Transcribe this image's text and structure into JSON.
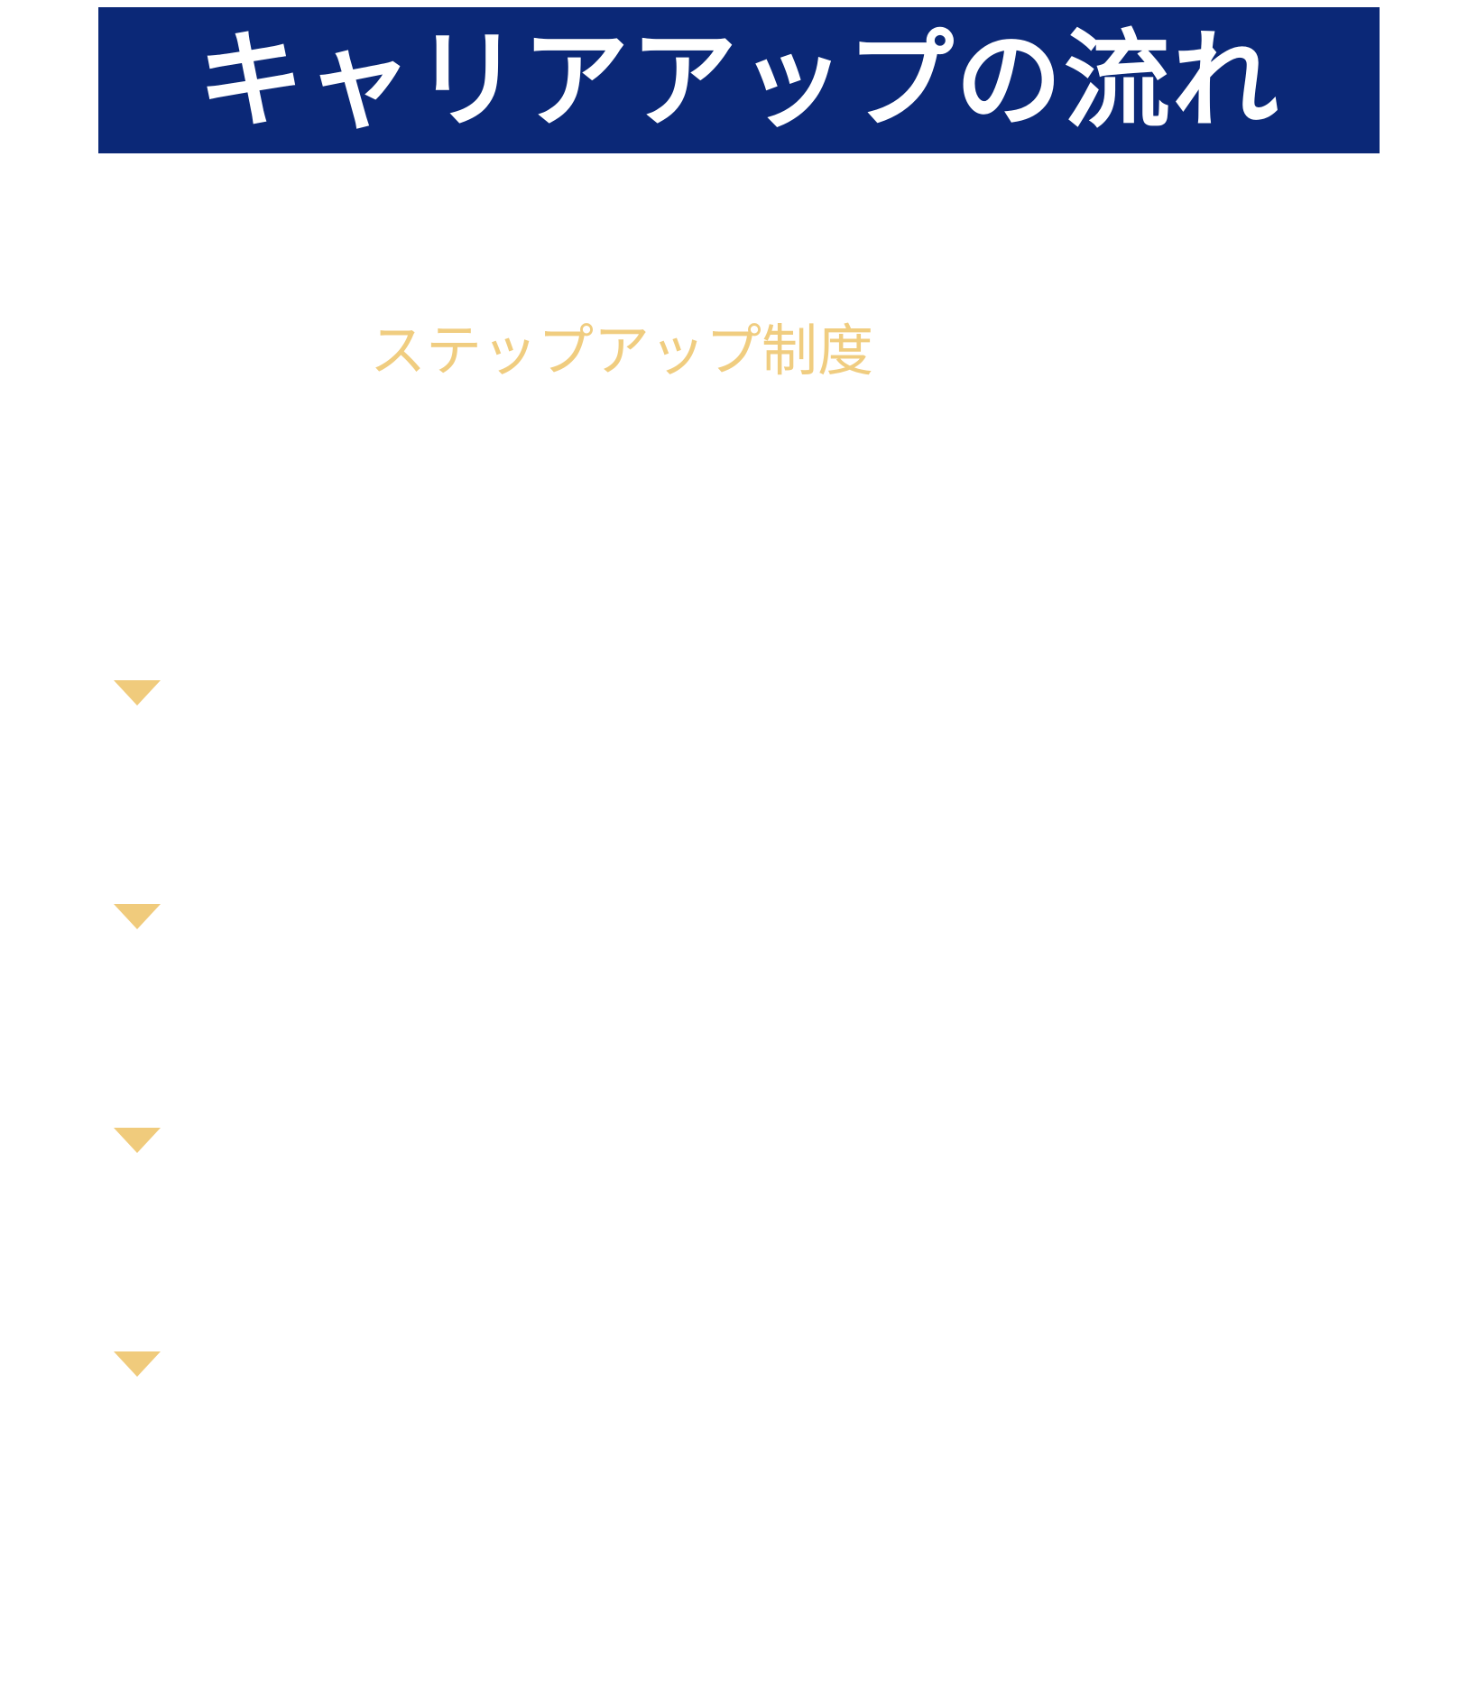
{
  "header": {
    "title": "キャリアアップの流れ"
  },
  "section": {
    "subtitle": "ステップアップ制度"
  },
  "steps": {
    "count_arrows": 4
  },
  "colors": {
    "banner_bg": "#0b2877",
    "title_text": "#ffffff",
    "accent_gold": "#f0cd80"
  }
}
